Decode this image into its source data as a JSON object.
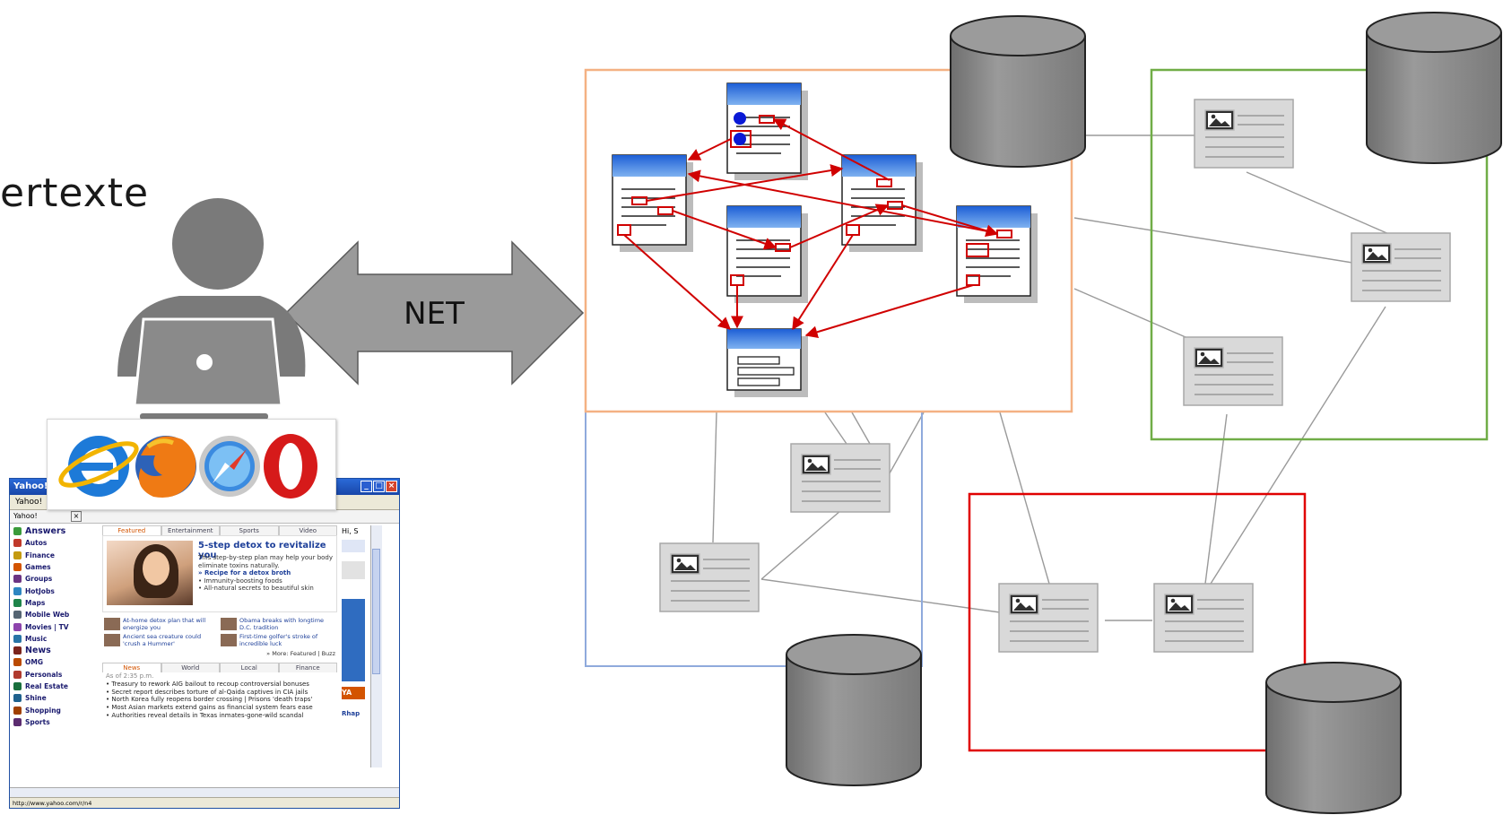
{
  "title_fragment": "ertexte",
  "arrow": {
    "label": "NET"
  },
  "colors": {
    "hypertext_box": "#f4b183",
    "blue_box": "#8faadc",
    "green_box": "#70ad47",
    "red_box": "#e00000",
    "link_arrow": "#d00000",
    "database": "#8c8c8c",
    "connector": "#9a9a9a"
  },
  "icons": [
    "user-laptop-icon",
    "internet-explorer-logo",
    "firefox-logo",
    "safari-logo",
    "opera-logo",
    "database-icon",
    "document-icon",
    "image-placeholder-icon"
  ],
  "browser": {
    "title": "Yahoo!",
    "toolbar_text": "Yahoo!",
    "tab_label": "Yahoo!",
    "sidebar": [
      "Answers",
      "Autos",
      "Finance",
      "Games",
      "Groups",
      "HotJobs",
      "Maps",
      "Mobile Web",
      "Movies | TV",
      "Music",
      "News",
      "OMG",
      "Personals",
      "Real Estate",
      "Shine",
      "Shopping",
      "Sports"
    ],
    "top_tabs": [
      "Featured",
      "Entertainment",
      "Sports",
      "Video"
    ],
    "feature": {
      "title": "5-step detox to revitalize you",
      "body": "This step-by-step plan may help your body eliminate toxins naturally.",
      "link": "» Recipe for a detox broth",
      "bullets": [
        "• Immunity-boosting foods",
        "• All-natural secrets to beautiful skin"
      ]
    },
    "minis": [
      "At-home detox plan that will energize you",
      "Obama breaks with longtime D.C. tradition",
      "Ancient sea creature could 'crush a Hummer'",
      "First-time golfer's stroke of incredible luck"
    ],
    "more": "» More: Featured | Buzz",
    "news_tabs": [
      "News",
      "World",
      "Local",
      "Finance"
    ],
    "news_time": "As of 2:35 p.m.",
    "news_items": [
      "• Treasury to rework AIG bailout to recoup controversial bonuses",
      "• Secret report describes torture of al-Qaida captives in CIA jails",
      "• North Korea fully reopens border crossing | Prisons 'death traps'",
      "• Most Asian markets extend gains as financial system fears ease",
      "• Authorities reveal details in Texas inmates-gone-wild scandal"
    ],
    "right_greeting": "Hi, S",
    "right_text": "YA",
    "right_text2": "Rhap",
    "status": "http://www.yahoo.com/r/n4"
  }
}
